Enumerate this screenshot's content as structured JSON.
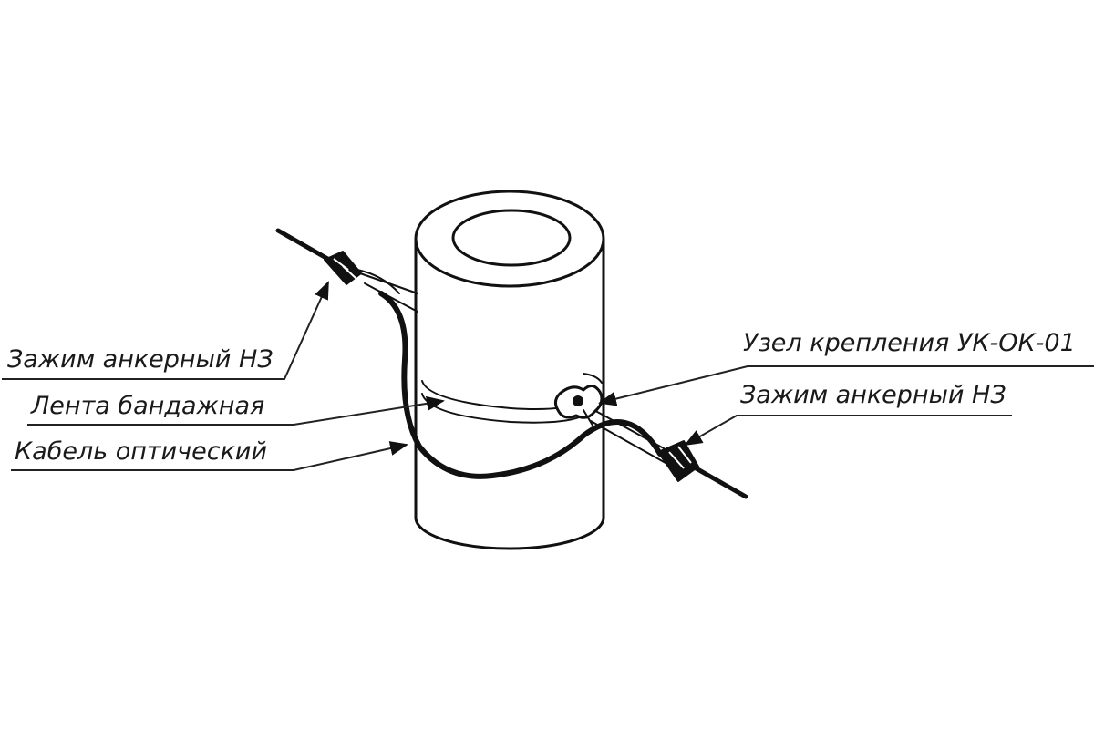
{
  "labels": {
    "anchor_clamp_left": "Зажим анкерный НЗ",
    "bandage_tape": "Лента бандажная",
    "optical_cable": "Кабель оптический",
    "mount_unit": "Узел крепления УК-ОК-01",
    "anchor_clamp_right": "Зажим анкерный НЗ"
  }
}
